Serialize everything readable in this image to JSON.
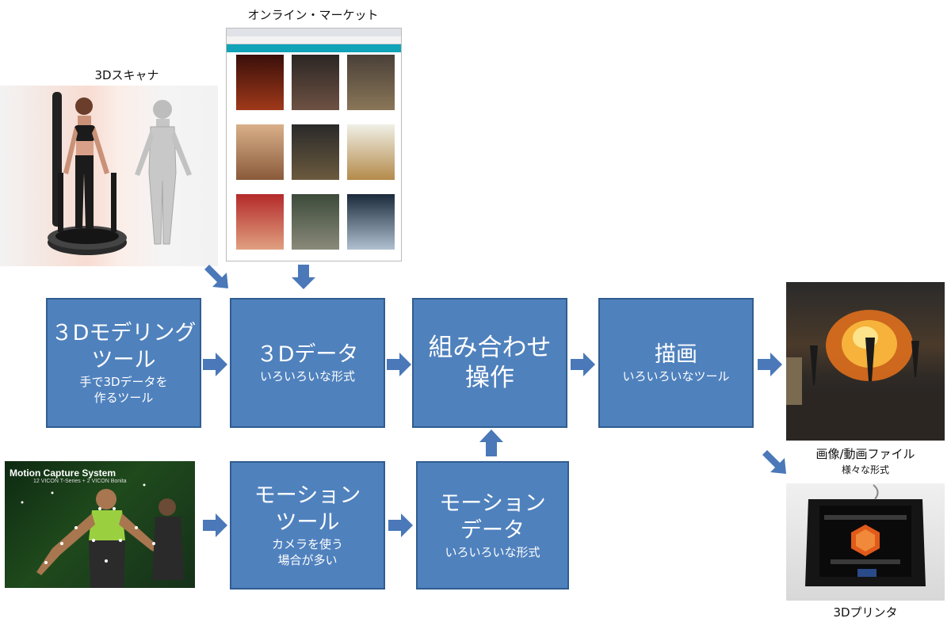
{
  "labels": {
    "scanner": "3Dスキャナ",
    "market": "オンライン・マーケット",
    "render_output": "画像/動画ファイル",
    "render_output_sub": "様々な形式",
    "printer": "3Dプリンタ"
  },
  "boxes": {
    "modeling": {
      "title_1": "３Dモデリング",
      "title_2": "ツール",
      "sub_1": "手で3Dデータを",
      "sub_2": "作るツール"
    },
    "data": {
      "title": "３Dデータ",
      "sub": "いろいろいな形式"
    },
    "combine": {
      "title_1": "組み合わせ",
      "title_2": "操作"
    },
    "render": {
      "title": "描画",
      "sub": "いろいろいなツール"
    },
    "motion_tool": {
      "title_1": "モーション",
      "title_2": "ツール",
      "sub_1": "カメラを使う",
      "sub_2": "場合が多い"
    },
    "motion_data": {
      "title_1": "モーション",
      "title_2": "データ",
      "sub": "いろいろいな形式"
    }
  },
  "motion_photo": {
    "title": "Motion Capture System",
    "subtitle": "12 VICON T-Series + 2 VICON Bonita"
  },
  "colors": {
    "box_fill": "#4f81bd",
    "box_border": "#2f5d8f",
    "arrow": "#4a78b8"
  }
}
